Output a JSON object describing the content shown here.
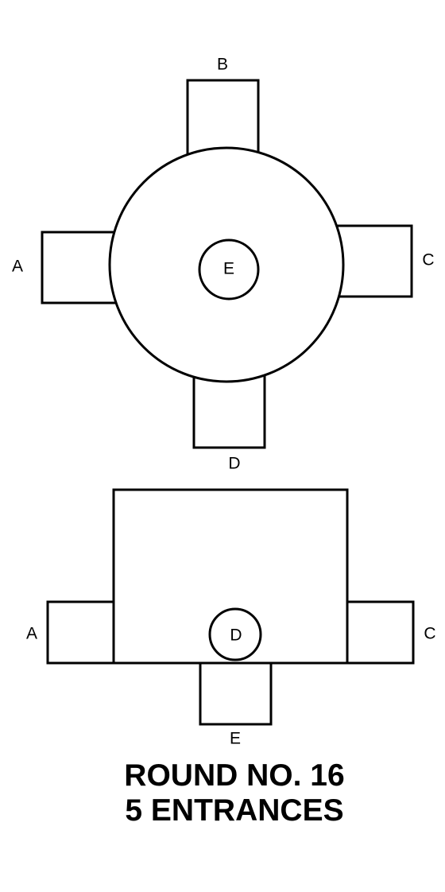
{
  "top_view": {
    "labels": {
      "top": "B",
      "left": "A",
      "right": "C",
      "bottom": "D",
      "center": "E"
    }
  },
  "side_view": {
    "labels": {
      "left": "A",
      "right": "C",
      "center": "D",
      "bottom": "E"
    }
  },
  "title": {
    "line1": "ROUND NO. 16",
    "line2": "5 ENTRANCES"
  },
  "colors": {
    "stroke": "#000000",
    "background": "#ffffff"
  }
}
